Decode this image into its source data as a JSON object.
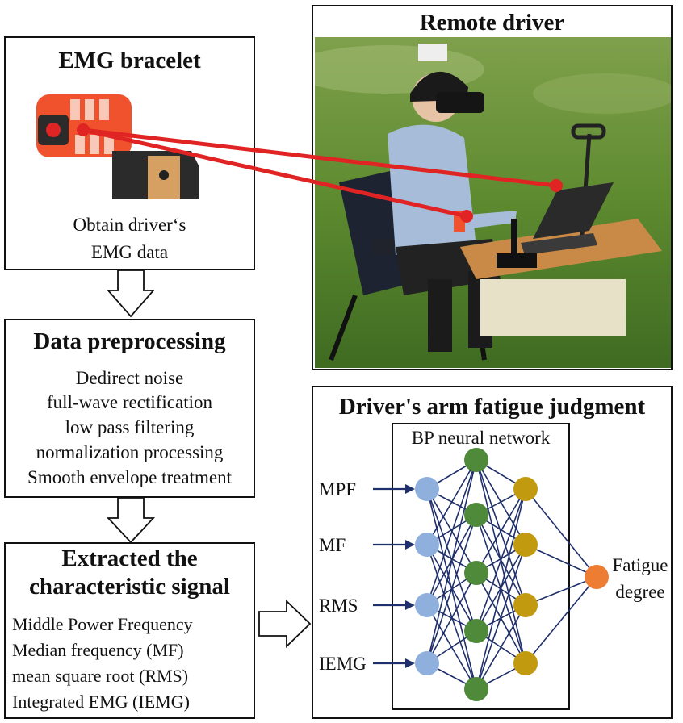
{
  "emg": {
    "title": "EMG bracelet",
    "line1": "Obtain driver‘s",
    "line2": "EMG data"
  },
  "remote": {
    "title": "Remote driver"
  },
  "prep": {
    "title": "Data preprocessing",
    "steps": [
      "Dedirect noise",
      "full-wave rectification",
      "low pass filtering",
      "normalization processing",
      "Smooth envelope treatment"
    ]
  },
  "extract": {
    "title1": "Extracted the",
    "title2": "characteristic signal",
    "items": [
      "Middle Power Frequency",
      "Median frequency (MF)",
      "mean square root (RMS)",
      "Integrated EMG  (IEMG)"
    ]
  },
  "fatigue": {
    "title": "Driver's arm fatigue judgment",
    "network_label": "BP neural network",
    "inputs": [
      "MPF",
      "MF",
      "RMS",
      "IEMG"
    ],
    "output1": "Fatigue",
    "output2": "degree"
  },
  "colors": {
    "input_node": "#8fb0dc",
    "hidden1_node": "#4f8a3a",
    "hidden2_node": "#c29a10",
    "output_node": "#ee7d34",
    "edge": "#1f2f6b",
    "pointer": "#e02424",
    "band": "#f0522e"
  }
}
